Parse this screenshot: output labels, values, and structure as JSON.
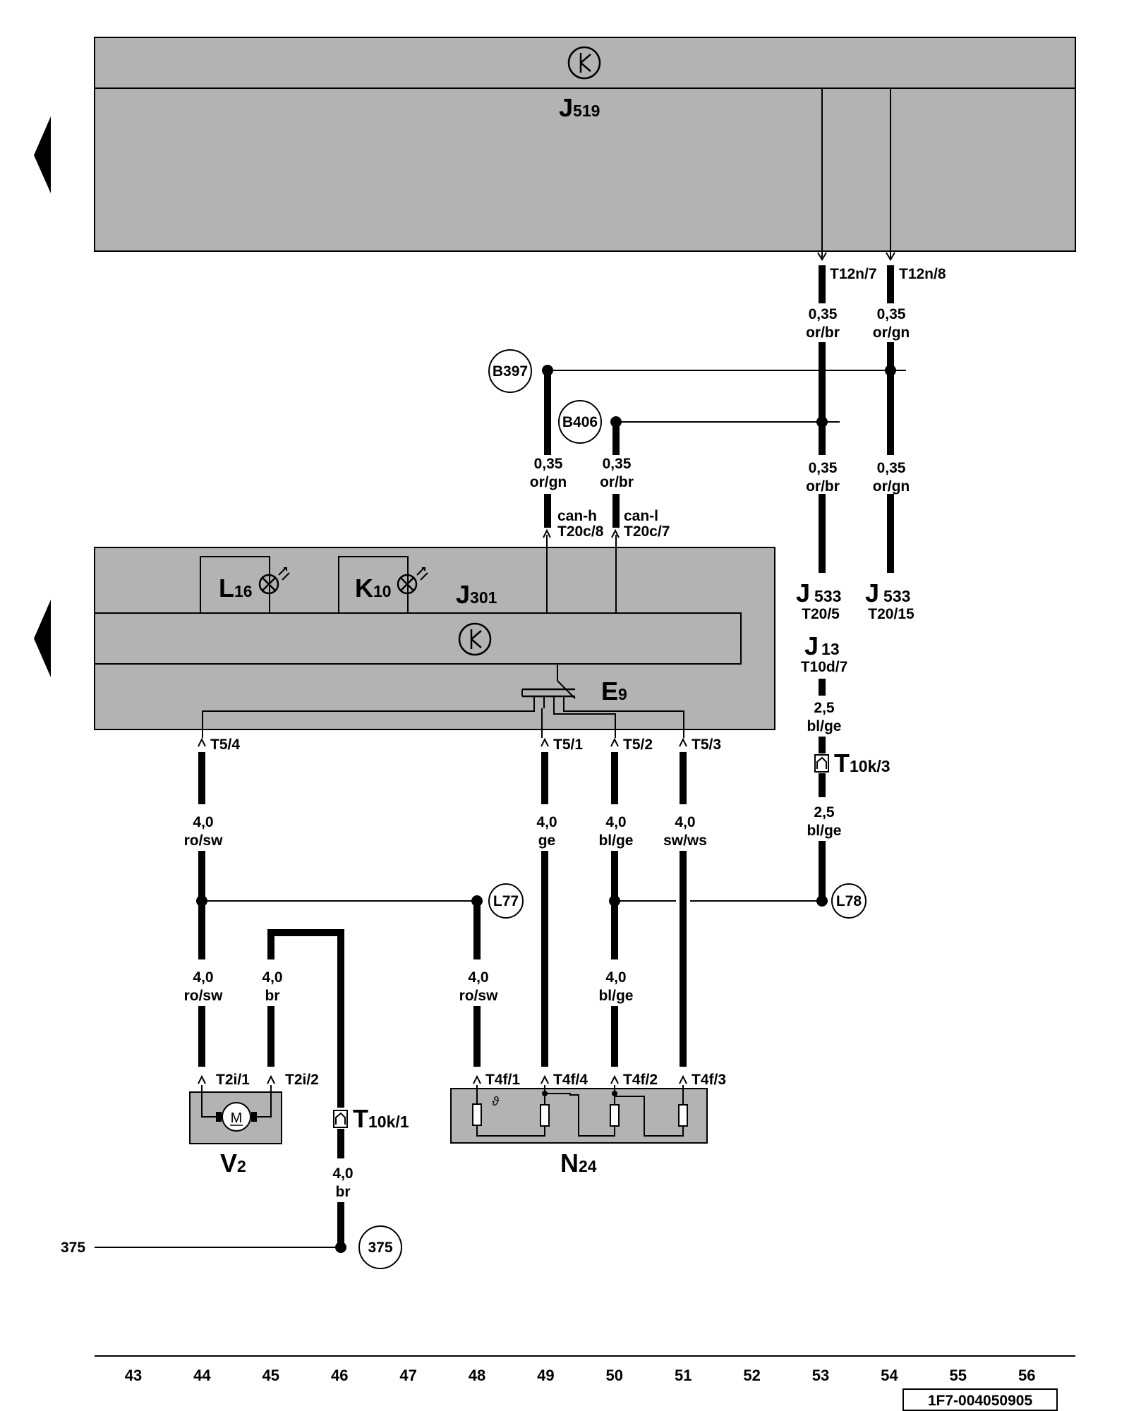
{
  "components": {
    "j519": {
      "main": "J",
      "sub": "519"
    },
    "j301": {
      "main": "J",
      "sub": "301"
    },
    "l16": {
      "main": "L",
      "sub": "16"
    },
    "k10": {
      "main": "K",
      "sub": "10"
    },
    "e9": {
      "main": "E",
      "sub": "9"
    },
    "v2": {
      "main": "V",
      "sub": "2"
    },
    "n24": {
      "main": "N",
      "sub": "24"
    },
    "motor": "M",
    "theta": "ϑ",
    "j533a": {
      "main": "J",
      "sub": "533",
      "pin": "T20/5"
    },
    "j533b": {
      "main": "J",
      "sub": "533",
      "pin": "T20/15"
    },
    "j13": {
      "main": "J",
      "sub": "13",
      "pin": "T10d/7"
    }
  },
  "connectors": {
    "t12n7": "T12n/7",
    "t12n8": "T12n/8",
    "t20c8": "T20c/8",
    "t20c7": "T20c/7",
    "canh": "can-h",
    "canl": "can-l",
    "t54": "T5/4",
    "t51": "T5/1",
    "t52": "T5/2",
    "t53": "T5/3",
    "t2i1": "T2i/1",
    "t2i2": "T2i/2",
    "t4f1": "T4f/1",
    "t4f4": "T4f/4",
    "t4f2": "T4f/2",
    "t4f3": "T4f/3",
    "t10k3": {
      "main": "T",
      "sub": "10k/3"
    },
    "t10k1": {
      "main": "T",
      "sub": "10k/1"
    }
  },
  "wires": {
    "w1": {
      "size": "0,35",
      "color": "or/br"
    },
    "w2": {
      "size": "0,35",
      "color": "or/gn"
    },
    "w3": {
      "size": "0,35",
      "color": "or/gn"
    },
    "w4": {
      "size": "0,35",
      "color": "or/br"
    },
    "w5": {
      "size": "0,35",
      "color": "or/br"
    },
    "w6": {
      "size": "0,35",
      "color": "or/gn"
    },
    "w7": {
      "size": "2,5",
      "color": "bl/ge"
    },
    "w8": {
      "size": "2,5",
      "color": "bl/ge"
    },
    "w9": {
      "size": "4,0",
      "color": "ro/sw"
    },
    "w10": {
      "size": "4,0",
      "color": "ge"
    },
    "w11": {
      "size": "4,0",
      "color": "bl/ge"
    },
    "w12": {
      "size": "4,0",
      "color": "sw/ws"
    },
    "w13": {
      "size": "4,0",
      "color": "ro/sw"
    },
    "w14": {
      "size": "4,0",
      "color": "br"
    },
    "w15": {
      "size": "4,0",
      "color": "ro/sw"
    },
    "w16": {
      "size": "4,0",
      "color": "bl/ge"
    },
    "w17": {
      "size": "4,0",
      "color": "br"
    }
  },
  "nodes": {
    "b397": "B397",
    "b406": "B406",
    "l77": "L77",
    "l78": "L78",
    "n375": "375",
    "ref375": "375"
  },
  "footer": {
    "columns": [
      "43",
      "44",
      "45",
      "46",
      "47",
      "48",
      "49",
      "50",
      "51",
      "52",
      "53",
      "54",
      "55",
      "56"
    ],
    "doc_id": "1F7-004050905"
  }
}
